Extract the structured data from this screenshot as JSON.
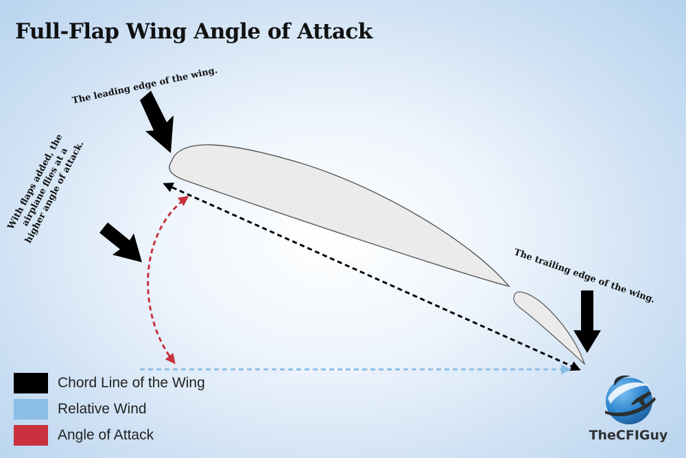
{
  "title": "Full-Flap Wing Angle of Attack",
  "callouts": {
    "leading_edge": "The leading edge of the wing.",
    "trailing_edge": "The trailing edge of the wing.",
    "flaps": "With flaps added, the airplane flies at a higher angle of attack."
  },
  "legend": [
    {
      "label": "Chord Line of the Wing",
      "color": "#000000"
    },
    {
      "label": "Relative Wind",
      "color": "#8bbde6"
    },
    {
      "label": "Angle of Attack",
      "color": "#c8313d"
    }
  ],
  "logo": {
    "text": "TheCFIGuy",
    "icon": "globe-airplane-icon"
  },
  "colors": {
    "airfoil_fill": "#ebebeb",
    "airfoil_stroke": "#555555",
    "chord_line": "#000000",
    "relative_wind": "#8bbde6",
    "angle_of_attack": "#c8313d",
    "logo_blue": "#2f86cf"
  }
}
